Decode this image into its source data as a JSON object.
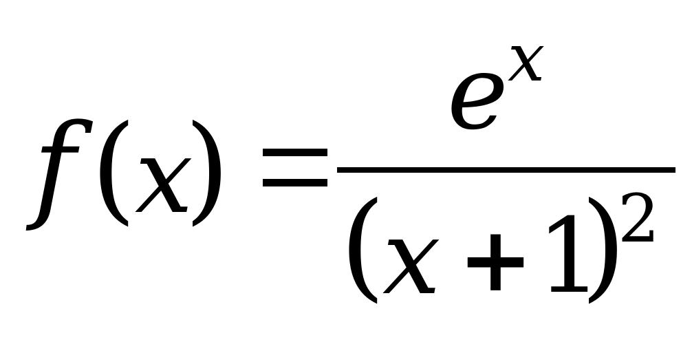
{
  "formula": {
    "lhs": {
      "function": "f",
      "open_paren": "(",
      "variable": "x",
      "close_paren": ")"
    },
    "equals": "=",
    "numerator": {
      "base": "e",
      "exponent": "x"
    },
    "denominator": {
      "open_paren": "(",
      "variable": "x",
      "operator": "+",
      "constant": "1",
      "close_paren": ")",
      "exponent": "2"
    }
  }
}
